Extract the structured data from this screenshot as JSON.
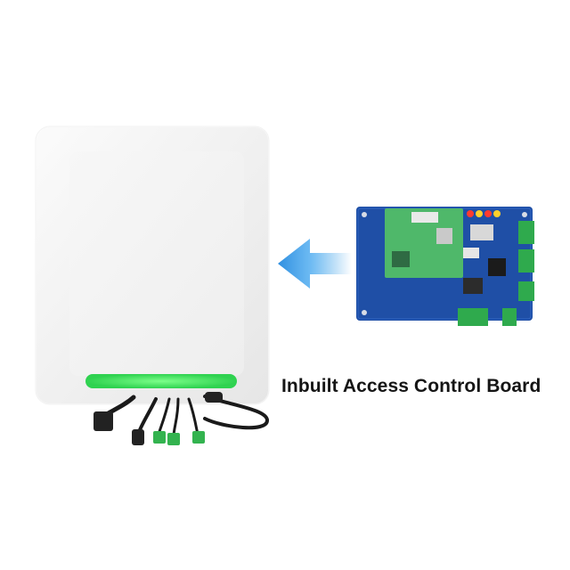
{
  "caption": "Inbuilt Access Control Board",
  "colors": {
    "background": "#ffffff",
    "reader_body": "#f3f3f3",
    "led_strip": "#3ee35c",
    "board_blue": "#1f4fa6",
    "board_green": "#4fb86a",
    "arrow": "#3a9fe6",
    "terminal_green": "#2faa4d"
  },
  "icons": [
    "uhf-reader-product-image",
    "access-control-board-image",
    "left-arrow-icon",
    "cable-harness-image"
  ]
}
